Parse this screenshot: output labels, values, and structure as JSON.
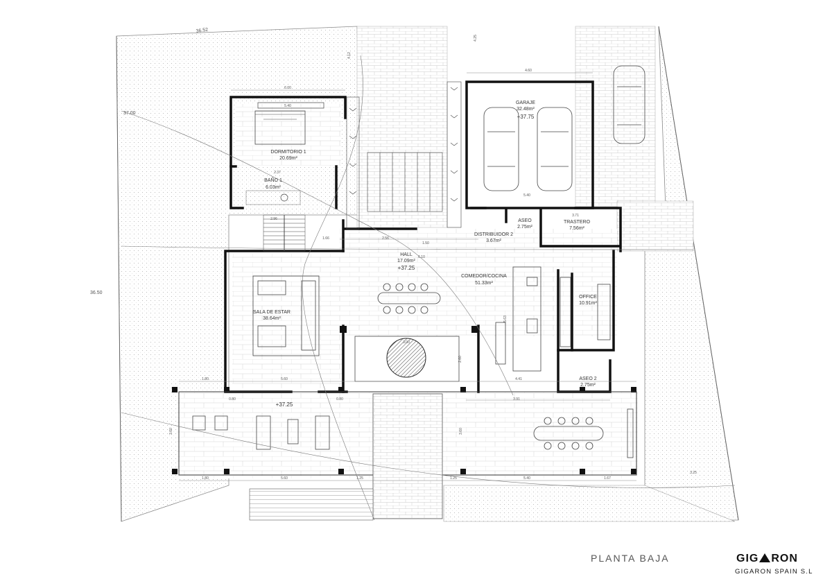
{
  "drawing": {
    "title": "PLANTA BAJA",
    "brand_prefix": "GIG",
    "brand_suffix": "RON",
    "company": "GIGARON SPAIN S.L"
  },
  "rooms": [
    {
      "id": "dormitorio",
      "name": "DORMITORIO  1",
      "area": "20.69m²"
    },
    {
      "id": "bano",
      "name": "BAÑO  1",
      "area": "6.03m²"
    },
    {
      "id": "garaje",
      "name": "GARAJE",
      "area": "32.48m²",
      "elevation": "+37.75"
    },
    {
      "id": "aseo1",
      "name": "ASEO",
      "area": "2.75m²"
    },
    {
      "id": "trastero",
      "name": "TRASTERO",
      "area": "7.56m²"
    },
    {
      "id": "distribuidor",
      "name": "DISTRIBUIDOR 2",
      "area": "3.67m²"
    },
    {
      "id": "hall",
      "name": "HALL",
      "area": "17.09m²",
      "elevation": "+37.25"
    },
    {
      "id": "comedor",
      "name": "COMEDOR/COCINA",
      "area": "51.33m²"
    },
    {
      "id": "sala",
      "name": "SALA  DE  ESTAR",
      "area": "38.64m²"
    },
    {
      "id": "office",
      "name": "OFFICE",
      "area": "10.91m²"
    },
    {
      "id": "aseo2",
      "name": "ASEO  2",
      "area": "2.75m²"
    }
  ],
  "terrace_elevation": "+37.25",
  "site_levels": [
    "37.00",
    "36.50",
    "36.52"
  ],
  "dimensions": {
    "dorm_width": "6.00",
    "dorm_bed": "5.40",
    "garage_width": "4.60",
    "garage_inner": "5.40",
    "terrace_a": "1.80",
    "terrace_b": "5.60",
    "terrace_c": "5.40",
    "terrace_d": "1.25",
    "terrace_e": "3.60",
    "terrace_f": "0.80",
    "terrace_g": "1.67",
    "hall_a": "6.10",
    "hall_b": "2.56",
    "hall_c": "1.66",
    "hall_d": "1.50",
    "kitchen_a": "3.91",
    "kitchen_b": "4.41",
    "kitchen_c": "5.63",
    "trast_a": "3.71",
    "bath_a": "2.37",
    "stairs_a": "2.96",
    "patio_a": "3.00",
    "patio_b": "2.60",
    "side_a": "4.25",
    "side_b": "4.12",
    "side_c": "3.25"
  }
}
